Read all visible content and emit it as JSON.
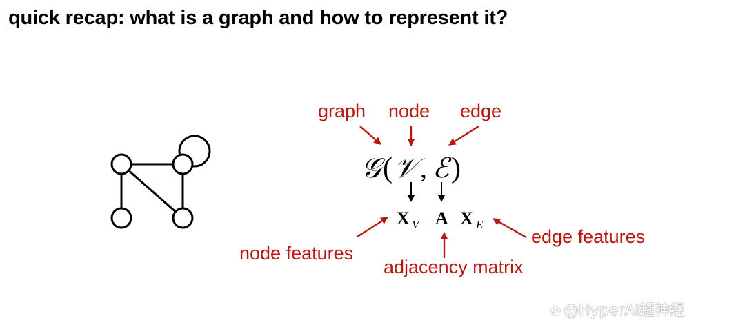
{
  "title": "quick recap: what is a graph and how to represent it?",
  "labels": {
    "graph": "graph",
    "node": "node",
    "edge": "edge",
    "node_features": "node features",
    "adjacency_matrix": "adjacency matrix",
    "edge_features": "edge features"
  },
  "formula": {
    "G": "𝒢",
    "open_paren": "(",
    "V": "𝒱",
    "comma": ",",
    "E": "ℰ",
    "close_paren": ")",
    "X": "X",
    "sub_V": "V",
    "A": "A",
    "sub_E": "E"
  },
  "watermark": "@HyperAI超神经",
  "colors": {
    "accent": "#b8170f",
    "text": "#000000"
  },
  "graph": {
    "nodes": [
      "n1",
      "n2",
      "n3",
      "n4"
    ],
    "edges": [
      [
        "n1",
        "n2"
      ],
      [
        "n1",
        "n3"
      ],
      [
        "n1",
        "n4"
      ],
      [
        "n2",
        "n4"
      ],
      [
        "n2",
        "n2"
      ]
    ]
  }
}
